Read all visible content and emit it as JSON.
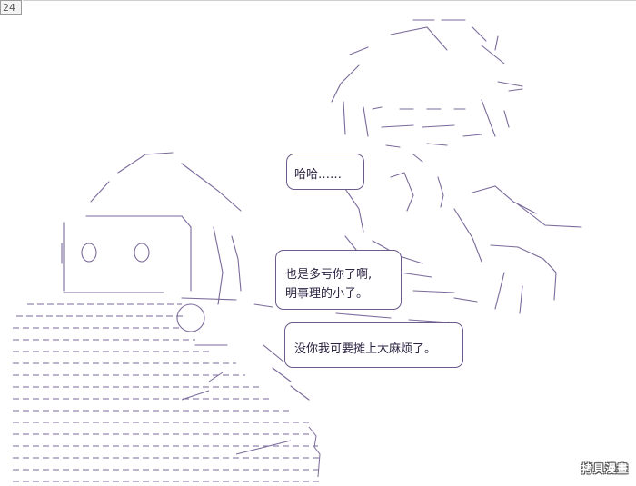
{
  "page_number": "24",
  "bubbles": {
    "b1": "哈哈……",
    "b2_line1": "也是多亏你了啊,",
    "b2_line2": "明事理的小子。",
    "b3": "没你我可要摊上大麻烦了。"
  },
  "watermark": "拷貝漫畫",
  "colors": {
    "ink": "#6b5a8a",
    "text": "#2b2340"
  }
}
